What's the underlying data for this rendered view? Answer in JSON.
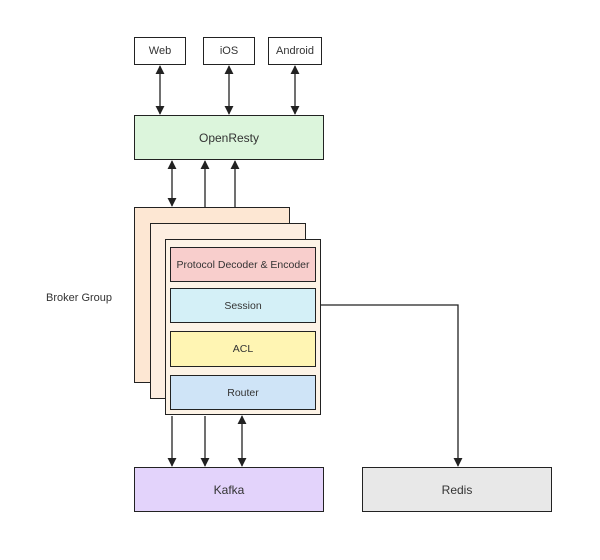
{
  "clients": [
    {
      "label": "Web"
    },
    {
      "label": "iOS"
    },
    {
      "label": "Android"
    }
  ],
  "gateway": {
    "label": "OpenResty"
  },
  "broker_group": {
    "label": "Broker Group"
  },
  "broker_layers": [
    {
      "label": "Protocol Decoder & Encoder"
    },
    {
      "label": "Session"
    },
    {
      "label": "ACL"
    },
    {
      "label": "Router"
    }
  ],
  "storage": {
    "queue": {
      "label": "Kafka"
    },
    "cache": {
      "label": "Redis"
    }
  },
  "colors": {
    "gateway": "#dcf5dc",
    "broker_back": "#fde7d3",
    "broker_mid": "#fdeee1",
    "broker_front": "#fdf3e6",
    "protocol": "#f8cecc",
    "session": "#d4f0f7",
    "acl": "#fff5b3",
    "router": "#cfe4f7",
    "kafka": "#e3d3fb",
    "redis": "#e8e8e8",
    "line": "#222222"
  }
}
